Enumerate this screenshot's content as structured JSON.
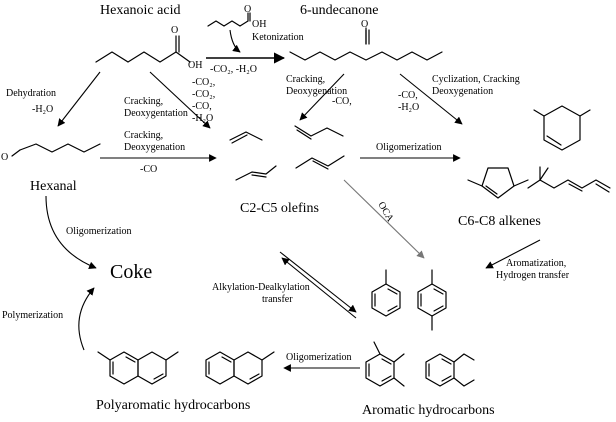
{
  "compounds": {
    "hexanoic_acid": "Hexanoic acid",
    "undecanone": "6-undecanone",
    "hexanal": "Hexanal",
    "olefins": "C2-C5 olefins",
    "alkenes": "C6-C8 alkenes",
    "coke": "Coke",
    "aromatics": "Aromatic hydrocarbons",
    "polyaromatics": "Polyaromatic hydrocarbons"
  },
  "atoms": {
    "oh": "OH",
    "o": "O"
  },
  "reactions": {
    "ketonization": "Ketonization",
    "ketonization_loss": "-CO₂, -H₂O",
    "dehydration": "Dehydration",
    "dehydration_loss": "-H₂O",
    "cracking1_a": "Cracking,",
    "cracking1_b": "Deoxygentation",
    "acid_loss": [
      "-CO₂,",
      "-CO₂,",
      "-CO,",
      "-H₂O"
    ],
    "cracking2_a": "Cracking,",
    "cracking2_b": "Deoxygenation",
    "cracking2_loss": "-CO,",
    "cyclization_a": "Cyclization, Cracking",
    "cyclization_b": "Deoxygenation",
    "cyclization_loss_a": "-CO,",
    "cyclization_loss_b": "-H₂O",
    "cracking3_a": "Cracking,",
    "cracking3_b": "Deoxygenation",
    "cracking3_loss": "-CO",
    "oligomerization_top": "Oligomerization",
    "oca": "OCA",
    "oligomerization_left": "Oligomerization",
    "aromatization_a": "Aromatization,",
    "aromatization_b": "Hydrogen transfer",
    "alkylation_a": "Alkylation-Dealkylation",
    "alkylation_b": "transfer",
    "polymerization": "Polymerization",
    "oligomerization_bottom": "Oligomerization"
  }
}
